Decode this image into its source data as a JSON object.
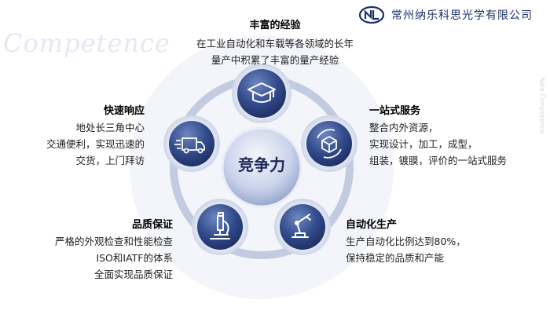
{
  "logo": {
    "company": "常州纳乐科思光学有限公司",
    "mark": "logo-mark"
  },
  "watermark": {
    "text": "Competence",
    "side": "Nala Competence"
  },
  "center": {
    "label": "竞争力"
  },
  "nodes": [
    {
      "id": "top",
      "icon": "graduation-cap-icon",
      "title": "丰富的经验",
      "lines": [
        "在工业自动化和车载等各领域的长年",
        "量产中积累了丰富的量产经验"
      ]
    },
    {
      "id": "right",
      "icon": "cube-cycle-icon",
      "title": "一站式服务",
      "lines": [
        "整合内外资源，",
        "实现设计，加工，成型，",
        "组装，镀膜，评价的一站式服务"
      ]
    },
    {
      "id": "bottom-right",
      "icon": "robot-arm-icon",
      "title": "自动化生产",
      "lines": [
        "生产自动化比例达到80%，",
        "保持稳定的品质和产能"
      ]
    },
    {
      "id": "bottom-left",
      "icon": "microscope-icon",
      "title": "品质保证",
      "lines": [
        "严格的外观检查和性能检查",
        "ISO和IATF的体系",
        "全面实现品质保证"
      ]
    },
    {
      "id": "left",
      "icon": "delivery-truck-icon",
      "title": "快速响应",
      "lines": [
        "地处长三角中心",
        "交通便利，实现迅速的",
        "交货，上门拜访"
      ]
    }
  ],
  "colors": {
    "ring_outer": "#eef1f7",
    "ring_mid": "#c8cfe2",
    "node_dark": "#2f4784",
    "node_light": "#dfe6f3",
    "text_dark": "#1b2a57"
  }
}
